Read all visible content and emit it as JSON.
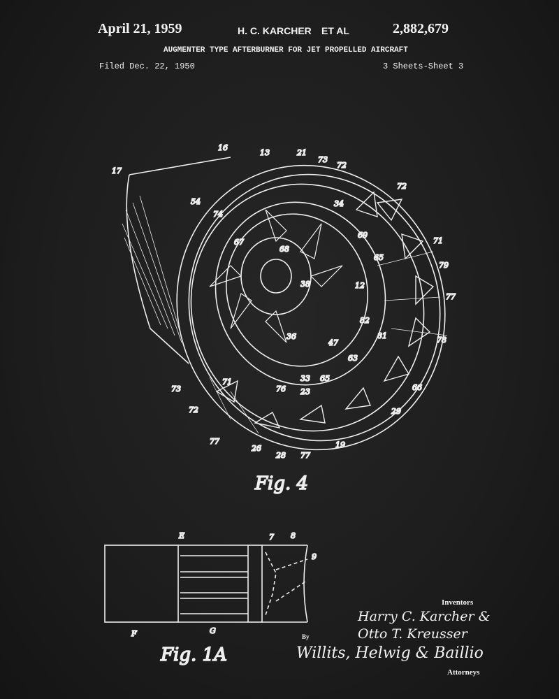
{
  "header": {
    "date": "April 21, 1959",
    "inventor_short": "H. C. KARCHER",
    "et_al": "ET AL",
    "patent_number": "2,882,679",
    "title": "AUGMENTER TYPE AFTERBURNER FOR JET PROPELLED AIRCRAFT",
    "filed": "Filed Dec. 22, 1950",
    "sheets": "3 Sheets-Sheet 3"
  },
  "figures": {
    "fig4": {
      "caption": "Fig. 4",
      "refs": [
        "17",
        "16",
        "13",
        "21",
        "73",
        "72",
        "54",
        "74",
        "72",
        "67",
        "68",
        "71",
        "34",
        "69",
        "65",
        "79",
        "12",
        "38",
        "36",
        "77",
        "78",
        "66",
        "82",
        "81",
        "63",
        "47",
        "33",
        "23",
        "65",
        "29",
        "71",
        "73",
        "72",
        "77",
        "26",
        "28",
        "77",
        "19",
        "76"
      ]
    },
    "fig1a": {
      "caption": "Fig. 1A",
      "refs": [
        "E",
        "7",
        "8",
        "9",
        "F",
        "G"
      ]
    }
  },
  "signature": {
    "inventors_label": "Inventors",
    "inventor_line1": "Harry C. Karcher &",
    "inventor_line2": "Otto T. Kreusser",
    "by_label": "By",
    "attorneys_sig": "Willits, Helwig & Baillio",
    "attorneys_label": "Attorneys"
  }
}
